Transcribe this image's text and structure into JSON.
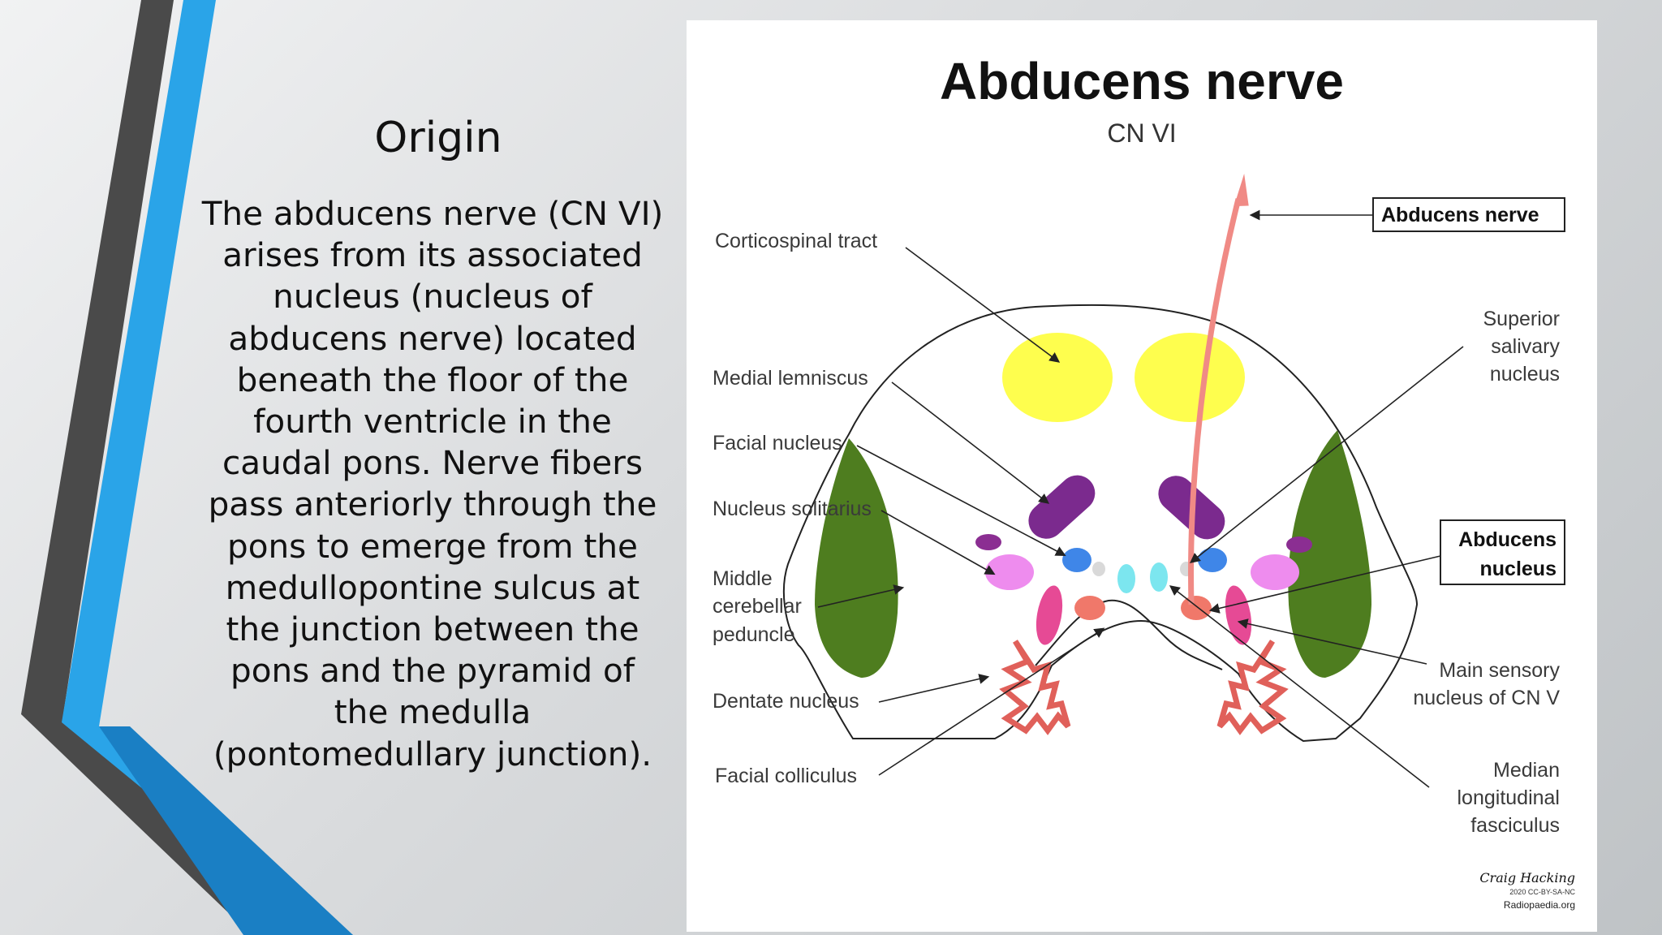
{
  "slide": {
    "title": "Origin",
    "body": "The abducens nerve (CN VI) arises from its associated nucleus (nucleus of abducens nerve) located beneath the floor of the fourth ventricle in the caudal pons. Nerve fibers pass anteriorly through the pons to emerge from the medullopontine sulcus at the junction between the pons and the pyramid of the medulla (pontomedullary junction)."
  },
  "figure": {
    "title": "Abducens nerve",
    "subtitle": "CN VI",
    "labels": {
      "corticospinal_tract": "Corticospinal tract",
      "medial_lemniscus": "Medial lemniscus",
      "facial_nucleus": "Facial nucleus",
      "nucleus_solitarius": "Nucleus solitarius",
      "middle_cerebellar_1": "Middle",
      "middle_cerebellar_2": "cerebellar",
      "middle_cerebellar_3": "peduncle",
      "dentate_nucleus": "Dentate nucleus",
      "facial_colliculus": "Facial colliculus",
      "abducens_nerve_box": "Abducens nerve",
      "superior_salivary_1": "Superior",
      "superior_salivary_2": "salivary",
      "superior_salivary_3": "nucleus",
      "abducens_nucleus_1": "Abducens",
      "abducens_nucleus_2": "nucleus",
      "main_sensory_1": "Main sensory",
      "main_sensory_2": "nucleus of CN V",
      "mlf_1": "Median",
      "mlf_2": "longitudinal",
      "mlf_3": "fasciculus"
    },
    "signature": "Craig Hacking",
    "credit_license": "2020 CC-BY-SA-NC",
    "credit_site": "Radiopaedia.org",
    "colors": {
      "corticospinal": "#fefe4e",
      "medial_lemniscus": "#7b2a8e",
      "cerebellar_peduncle": "#4e7d1f",
      "facial_nucleus": "#ee8cee",
      "nucleus_solitarius": "#8b2e92",
      "abducens_nucleus": "#3f86e8",
      "mlf": "#7ce6ef",
      "dentate": "#e06b5e",
      "main_sensory": "#e64a95",
      "superior_salivary": "#d9d9d9",
      "abducens_nerve": "#f08a85"
    }
  },
  "decor": {
    "stripe_dark": "#4a4a4a",
    "stripe_blue": "#2aa4e8",
    "stripe_blue_dark": "#1a7fc4"
  }
}
